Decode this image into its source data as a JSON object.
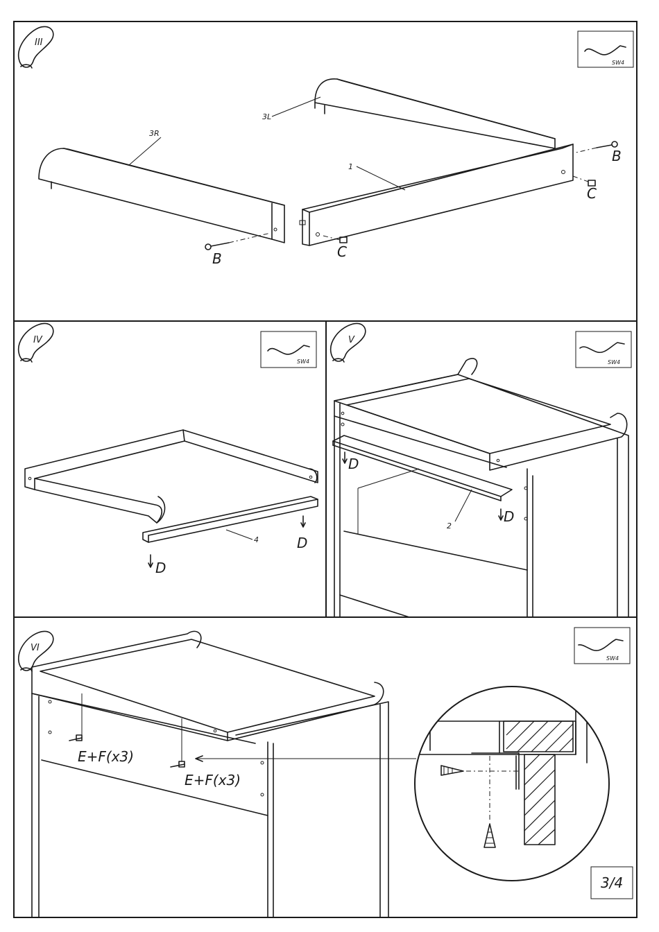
{
  "page": {
    "number": "3/4"
  },
  "tool_badge": {
    "label": "SW4"
  },
  "panels": {
    "step_iii": {
      "step": "III",
      "part_labels": {
        "left_rail": "3R",
        "right_rail": "3L",
        "front_board": "1"
      },
      "hardware": {
        "bolt_left": "B",
        "bolt_right": "B",
        "nut_left": "C",
        "nut_right": "C"
      }
    },
    "step_iv": {
      "step": "IV",
      "part_labels": {
        "slat": "4"
      },
      "hardware": {
        "screw_left": "D",
        "screw_right": "D"
      }
    },
    "step_v": {
      "step": "V",
      "part_labels": {
        "slat": "2"
      },
      "hardware": {
        "screw_left": "D",
        "screw_right": "D"
      }
    },
    "step_vi": {
      "step": "VI",
      "hardware": {
        "left": "E+F(x3)",
        "right": "E+F(x3)"
      }
    }
  }
}
